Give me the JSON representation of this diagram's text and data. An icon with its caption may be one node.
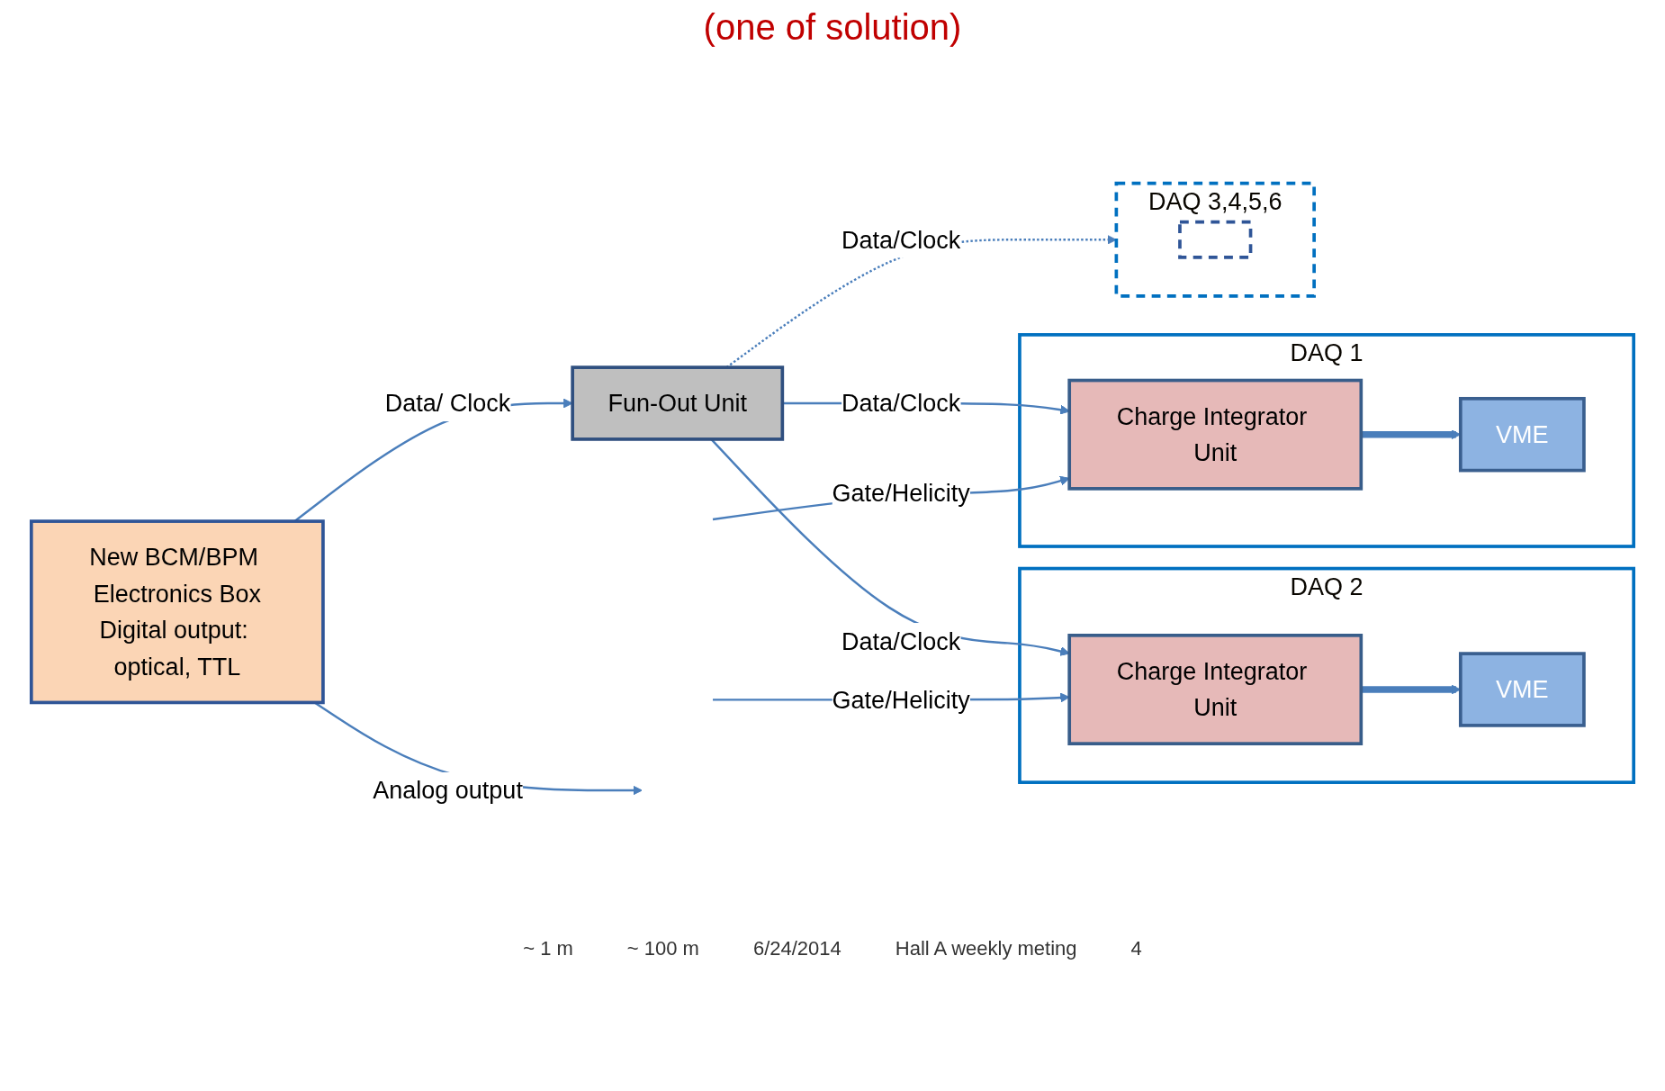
{
  "diagram": {
    "title": "(one of solution)",
    "nodes": [
      {
        "text": [
          "New BCM/BPM Electronics Box",
          "Digital output: optical, TTL"
        ]
      },
      {
        "text": [
          "Fun-Out Unit"
        ]
      },
      {
        "text": [
          "DAQ 1"
        ]
      },
      {
        "text": [
          "Charge Integrator Unit"
        ],
        "in": 2
      },
      {
        "text": [
          "VME"
        ],
        "in": 2
      },
      {
        "text": [
          "DAQ 2"
        ]
      },
      {
        "text": [
          "Charge Integrator Unit"
        ],
        "in": 5
      },
      {
        "text": [
          "VME"
        ],
        "in": 5
      },
      {
        "text": [
          "DAQ 3,4,5,6"
        ]
      },
      {
        "text": [],
        "shape": "box",
        "in": 8
      }
    ],
    "edges": [
      {
        "from": 0,
        "to": 1,
        "arrow": "to",
        "label": "Data/ Clock"
      },
      {
        "from": null,
        "to": 3,
        "arrow": "to",
        "label": "Gate/Helicity"
      },
      {
        "from": 1,
        "to": 3,
        "arrow": "to",
        "label": "Data/Clock"
      },
      {
        "from": 3,
        "to": 4,
        "arrow": "to",
        "style": "thick"
      },
      {
        "from": null,
        "to": 6,
        "arrow": "to",
        "label": "Gate/Helicity"
      },
      {
        "from": 1,
        "to": 6,
        "arrow": "to",
        "label": "Data/Clock"
      },
      {
        "from": 6,
        "to": 7,
        "arrow": "to",
        "style": "thick"
      },
      {
        "from": 1,
        "to": 8,
        "arrow": "to",
        "label": "Data/Clock",
        "style": "dashed"
      },
      {
        "from": 0,
        "to": null,
        "arrow": "to",
        "label": "Analog output"
      }
    ],
    "labels": [
      "~ 1 m",
      "~ 100 m",
      "6/24/2014",
      "Hall A weekly meting",
      "4"
    ]
  }
}
